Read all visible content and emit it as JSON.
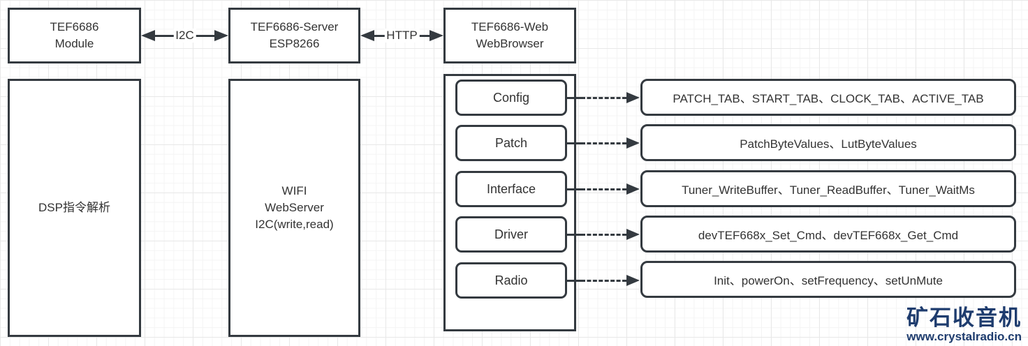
{
  "colors": {
    "border": "#343a40",
    "text": "#333333",
    "fill": "#ffffff",
    "grid_minor": "#f4f4f4",
    "grid_major": "#e8e8e8",
    "watermark": "#1e3c6e"
  },
  "top_nodes": [
    {
      "id": "tef6686-module",
      "line1": "TEF6686",
      "line2": "Module"
    },
    {
      "id": "tef6686-server",
      "line1": "TEF6686-Server",
      "line2": "ESP8266"
    },
    {
      "id": "tef6686-web",
      "line1": "TEF6686-Web",
      "line2": "WebBrowser"
    }
  ],
  "connections": [
    {
      "id": "i2c",
      "label": "I2C"
    },
    {
      "id": "http",
      "label": "HTTP"
    }
  ],
  "tall_nodes": {
    "dsp": {
      "line1": "DSP指令解析"
    },
    "wifi": {
      "line1": "WIFI",
      "line2": "WebServer",
      "line3": "I2C(write,read)"
    }
  },
  "module_group": {
    "items": [
      {
        "label": "Config",
        "detail": "PATCH_TAB、START_TAB、CLOCK_TAB、ACTIVE_TAB"
      },
      {
        "label": "Patch",
        "detail": "PatchByteValues、LutByteValues"
      },
      {
        "label": "Interface",
        "detail": "Tuner_WriteBuffer、Tuner_ReadBuffer、Tuner_WaitMs"
      },
      {
        "label": "Driver",
        "detail": "devTEF668x_Set_Cmd、devTEF668x_Get_Cmd"
      },
      {
        "label": "Radio",
        "detail": "Init、powerOn、setFrequency、setUnMute"
      }
    ]
  },
  "watermark": {
    "logo": "矿石收音机",
    "url": "www.crystalradio.cn"
  }
}
